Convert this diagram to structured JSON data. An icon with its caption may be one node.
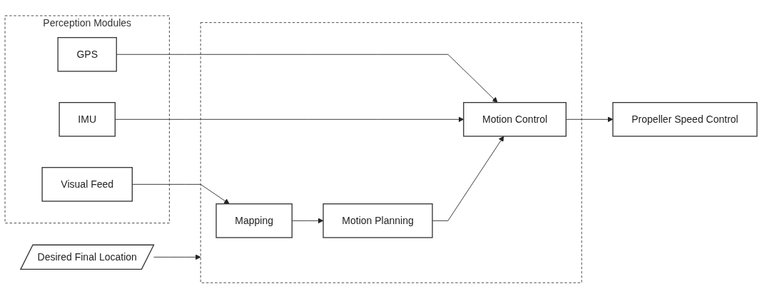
{
  "diagram": {
    "nodes": [
      {
        "text": [
          "Perception Modules"
        ]
      },
      {
        "text": [
          "Visual Feed"
        ],
        "in": 0
      },
      {
        "text": [
          "GPS"
        ],
        "in": 0
      },
      {
        "text": [
          "IMU"
        ],
        "in": 0
      },
      {
        "text": [
          "Desired Final Location"
        ]
      },
      {
        "text": [],
        "shape": "box"
      },
      {
        "text": [
          "Mapping"
        ],
        "in": 5
      },
      {
        "text": [
          "Motion Planning"
        ],
        "in": 5
      },
      {
        "text": [
          "Motion Control"
        ],
        "in": 5
      },
      {
        "text": [
          "Propeller Speed Control"
        ]
      }
    ],
    "edges": [
      {
        "from": 1,
        "to": 6,
        "arrow": "to"
      },
      {
        "from": 2,
        "to": 8,
        "arrow": "to"
      },
      {
        "from": 3,
        "to": 8,
        "arrow": "to"
      },
      {
        "from": 4,
        "to": 5,
        "arrow": "to"
      },
      {
        "from": 6,
        "to": 7,
        "arrow": "to"
      },
      {
        "from": 7,
        "to": 8,
        "arrow": "to"
      },
      {
        "from": 8,
        "to": 9,
        "arrow": "to"
      }
    ]
  }
}
